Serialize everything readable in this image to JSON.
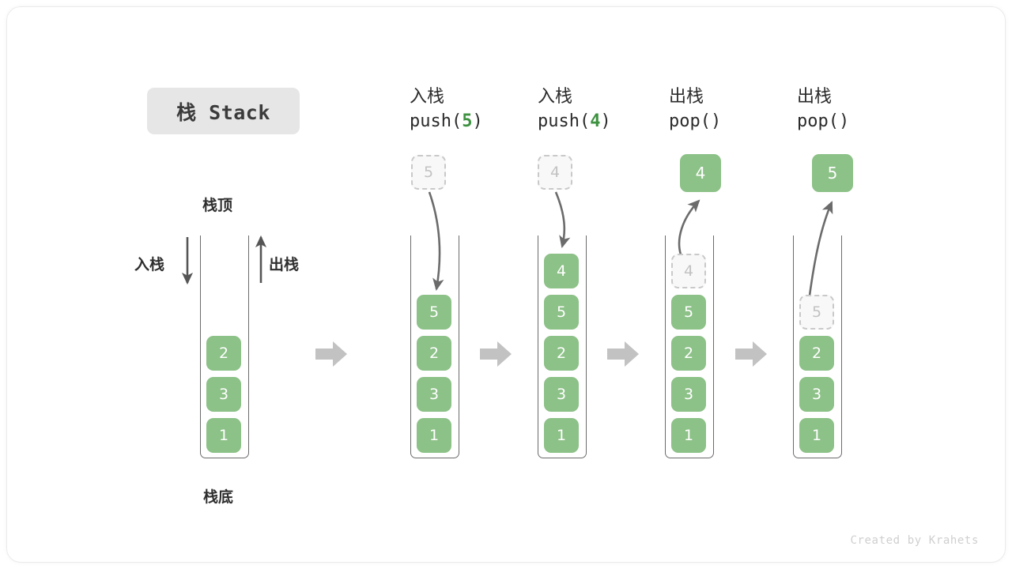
{
  "diagram": {
    "title": "栈 Stack",
    "credit": "Created by Krahets",
    "labels": {
      "top": "栈顶",
      "bottom": "栈底",
      "push": "入栈",
      "pop": "出栈"
    },
    "colors": {
      "cell_fill": "#8cc187",
      "cell_text": "#ffffff",
      "ghost_fill": "#f8f8f8",
      "ghost_border": "#c9c9c9",
      "ghost_text": "#c2c2c2",
      "arrow_gray": "#6b6b6b",
      "step_arrow": "#c2c2c2",
      "accent_green": "#3d9140",
      "badge_bg": "#e6e6e6",
      "frame_border": "#ebebeb"
    },
    "columns": [
      {
        "id": "initial",
        "head_cjk": "",
        "head_code": "",
        "stack": [
          "2",
          "3",
          "1"
        ],
        "ghost_in_stack": null,
        "floating_ghost": null,
        "floating_solid": null,
        "side_labels": {
          "left": "入栈",
          "right": "出栈"
        }
      },
      {
        "id": "push-5",
        "head_cjk": "入栈",
        "head_code_prefix": "push(",
        "head_code_arg": "5",
        "head_code_suffix": ")",
        "stack": [
          "5",
          "2",
          "3",
          "1"
        ],
        "ghost_in_stack": null,
        "floating_ghost": "5",
        "floating_solid": null,
        "arrow_dir": "down"
      },
      {
        "id": "push-4",
        "head_cjk": "入栈",
        "head_code_prefix": "push(",
        "head_code_arg": "4",
        "head_code_suffix": ")",
        "stack": [
          "4",
          "5",
          "2",
          "3",
          "1"
        ],
        "ghost_in_stack": null,
        "floating_ghost": "4",
        "floating_solid": null,
        "arrow_dir": "down"
      },
      {
        "id": "pop-1",
        "head_cjk": "出栈",
        "head_code_prefix": "pop(",
        "head_code_arg": "",
        "head_code_suffix": ")",
        "stack": [
          "5",
          "2",
          "3",
          "1"
        ],
        "ghost_in_stack": "4",
        "floating_ghost": null,
        "floating_solid": "4",
        "arrow_dir": "up"
      },
      {
        "id": "pop-2",
        "head_cjk": "出栈",
        "head_code_prefix": "pop(",
        "head_code_arg": "",
        "head_code_suffix": ")",
        "stack": [
          "2",
          "3",
          "1"
        ],
        "ghost_in_stack": "5",
        "floating_ghost": null,
        "floating_solid": "5",
        "arrow_dir": "up"
      }
    ]
  }
}
